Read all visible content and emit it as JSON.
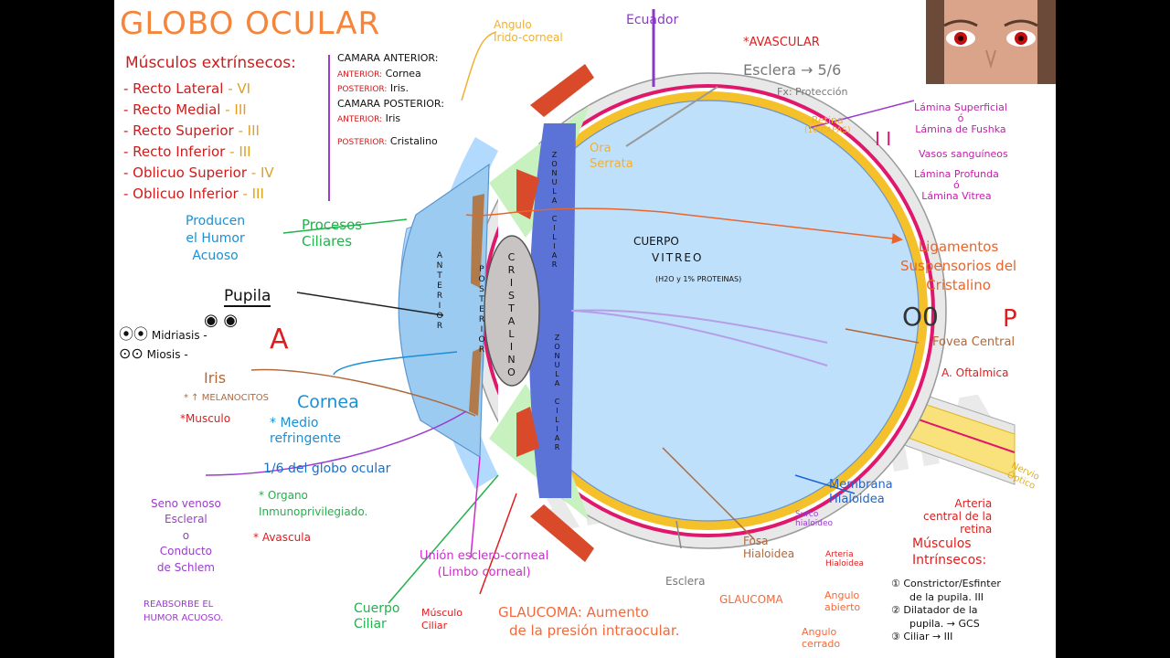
{
  "title": "GLOBO OCULAR",
  "colors": {
    "sclera": "#e8e8e8",
    "vitreous": "#bfe0fb",
    "retina": "#f5c12a",
    "choroid": "#e0186b",
    "nerve": "#f9e27c",
    "cornea": "#aed8ff",
    "ciliary_zone": "#c7f2c0",
    "zonula": "#5b72d6",
    "lens": "#c9c4c4",
    "iris": "#b07a4a",
    "muscle": "#d94a2a",
    "title": "#f4853a"
  },
  "left": {
    "muscles_heading": "Músculos extrínsecos:",
    "muscles": [
      {
        "name": "- Recto Lateral",
        "nerve": "- VI"
      },
      {
        "name": "- Recto Medial",
        "nerve": "- III"
      },
      {
        "name": "- Recto Superior",
        "nerve": "- III"
      },
      {
        "name": "- Recto Inferior",
        "nerve": "- III"
      },
      {
        "name": "- Oblicuo Superior",
        "nerve": "- IV"
      },
      {
        "name": "- Oblicuo Inferior",
        "nerve": "- III"
      }
    ],
    "producen": [
      "Producen",
      "el Humor",
      "Acuoso"
    ],
    "pupila": "Pupila",
    "midriasis": "Midriasis -",
    "miosis": "Miosis -",
    "iris": "Iris",
    "melanocitos": "* ↑ MELANOCITOS",
    "musculo": "*Musculo",
    "seno": [
      "Seno venoso",
      "Escleral",
      "o",
      "Conducto",
      "de Schlem"
    ],
    "reabsorbe": [
      "REABSORBE EL",
      "HUMOR ACUOSO."
    ]
  },
  "camaras": {
    "anterior_h": "CAMARA ANTERIOR:",
    "anterior_a_k": "ANTERIOR:",
    "anterior_a_v": "Cornea",
    "anterior_p_k": "POSTERIOR:",
    "anterior_p_v": "Iris.",
    "posterior_h": "CAMARA POSTERIOR:",
    "posterior_a_k": "ANTERIOR:",
    "posterior_a_v": "Iris",
    "posterior_p_k": "POSTERIOR:",
    "posterior_p_v": "Cristalino"
  },
  "center": {
    "procesos": [
      "Procesos",
      "Ciliares"
    ],
    "angulo_ic": [
      "Angulo",
      "Irido-corneal"
    ],
    "ecuador": "Ecuador",
    "ora": [
      "Ora",
      "Serrata"
    ],
    "cuerpo_vitreo": [
      "CUERPO",
      "VITREO"
    ],
    "vitreo_sub": "(H2O y 1% PROTEINAS)",
    "cristalino": "CRISTALINO",
    "zonula": "ZONULA CILIAR",
    "anterior": "ANTERIOR",
    "posterior": "POSTERIOR",
    "letter_a": "A",
    "letter_p": "P"
  },
  "cornea": {
    "title": "Cornea",
    "medio": [
      "* Medio",
      "refringente"
    ],
    "fraction": "1/6 del globo ocular",
    "organo": [
      "* Organo",
      "Inmunoprivilegiado."
    ],
    "avascula": "* Avascula"
  },
  "right": {
    "avascular": "*AVASCULAR",
    "esclera": "Esclera → 5/6",
    "proteccion": "Fx: Protección",
    "retina": [
      "Retina",
      "(10 CAPAS)"
    ],
    "lamina_sup": [
      "Lámina Superficial",
      "ó",
      "Lámina de Fushka"
    ],
    "vasos": "Vasos sanguíneos",
    "lamina_prof": [
      "Lámina Profunda",
      "ó",
      "Lámina Vitrea"
    ],
    "ligamentos": [
      "Ligamentos",
      "Suspensorios del",
      "Cristalino"
    ],
    "fovea": "Fovea Central",
    "oftalmica": "A. Oftalmica",
    "nervio": [
      "Nervio",
      "Óptico"
    ],
    "membrana": [
      "Membrana",
      "Hialoidea"
    ],
    "arteria_central": [
      "Arteria",
      "central de la",
      "retina"
    ],
    "surco": [
      "Surco",
      "hialoideo"
    ],
    "arteria_hialoidea": [
      "Arteria",
      "Hialoidea"
    ],
    "fosa": [
      "Fosa",
      "Hialoidea"
    ],
    "esclera_bottom": "Esclera"
  },
  "bottom": {
    "union": [
      "Unión esclero-corneal",
      "(Limbo corneal)"
    ],
    "cuerpo_ciliar": [
      "Cuerpo",
      "Ciliar"
    ],
    "musculo_ciliar": [
      "Músculo",
      "Ciliar"
    ],
    "glaucoma_big": [
      "GLAUCOMA: Aumento",
      "de la presión intraocular."
    ],
    "glaucoma_small": "GLAUCOMA",
    "angulo_abierto": [
      "Angulo",
      "abierto"
    ],
    "angulo_cerrado": [
      "Angulo",
      "cerrado"
    ],
    "intrinsecos": [
      "Músculos",
      "Intrínsecos:"
    ],
    "intrinsecos_list": [
      "① Constrictor/Esfinter",
      "de la pupila. III",
      "② Dilatador de la",
      "pupila. → GCS",
      "③ Ciliar → III"
    ]
  },
  "webcam": {
    "label": "presenter webcam"
  }
}
